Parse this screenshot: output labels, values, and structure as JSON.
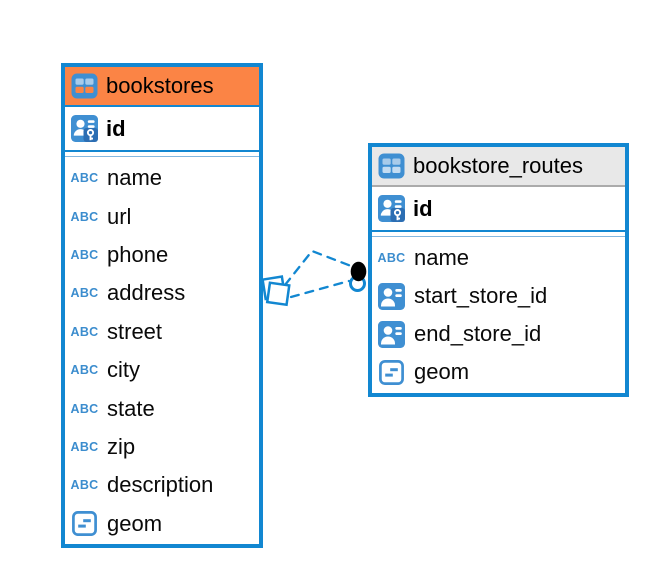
{
  "colors": {
    "table_border": "#1287D1",
    "icon_blue": "#3F8FD2",
    "bookstores_header_bg": "#FB8445",
    "routes_header_bg": "#E8E8E8",
    "connector_line": "#1287D1",
    "connector_dot": "#000000",
    "text": "#0A0A0A"
  },
  "icons": {
    "text_type_label": "ABC"
  },
  "tables": [
    {
      "name": "bookstores",
      "primary_key": "id",
      "columns": [
        "name",
        "url",
        "phone",
        "address",
        "street",
        "city",
        "state",
        "zip",
        "description",
        "geom"
      ],
      "column_types": [
        "text",
        "text",
        "text",
        "text",
        "text",
        "text",
        "text",
        "text",
        "text",
        "geometry"
      ]
    },
    {
      "name": "bookstore_routes",
      "primary_key": "id",
      "columns": [
        "name",
        "start_store_id",
        "end_store_id",
        "geom"
      ],
      "column_types": [
        "text",
        "reference",
        "reference",
        "geometry"
      ]
    }
  ],
  "relationship": {
    "from_table": "bookstores",
    "to_table": "bookstore_routes",
    "line_style": "dashed",
    "line_count": 2
  }
}
